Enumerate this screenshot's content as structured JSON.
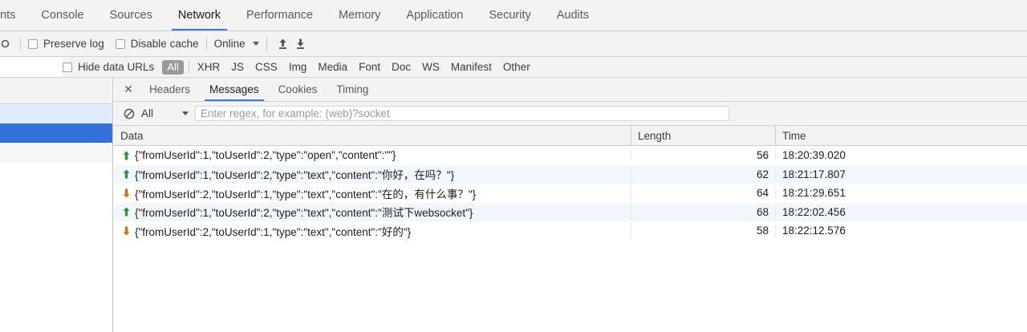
{
  "devtools": {
    "main_tabs": [
      {
        "label": "ents",
        "active": false
      },
      {
        "label": "Console",
        "active": false
      },
      {
        "label": "Sources",
        "active": false
      },
      {
        "label": "Network",
        "active": true
      },
      {
        "label": "Performance",
        "active": false
      },
      {
        "label": "Memory",
        "active": false
      },
      {
        "label": "Application",
        "active": false
      },
      {
        "label": "Security",
        "active": false
      },
      {
        "label": "Audits",
        "active": false
      }
    ],
    "toolbar": {
      "record_icon": "record-icon",
      "preserve_log_label": "Preserve log",
      "preserve_log_checked": false,
      "disable_cache_label": "Disable cache",
      "disable_cache_checked": false,
      "throttling_value": "Online",
      "import_har_icon": "upload-arrow-icon",
      "export_har_icon": "download-arrow-icon"
    },
    "filterbar": {
      "hide_data_urls_label": "Hide data URLs",
      "hide_data_urls_checked": false,
      "types": [
        {
          "label": "All",
          "active": true
        },
        {
          "label": "XHR",
          "active": false
        },
        {
          "label": "JS",
          "active": false
        },
        {
          "label": "CSS",
          "active": false
        },
        {
          "label": "Img",
          "active": false
        },
        {
          "label": "Media",
          "active": false
        },
        {
          "label": "Font",
          "active": false
        },
        {
          "label": "Doc",
          "active": false
        },
        {
          "label": "WS",
          "active": false
        },
        {
          "label": "Manifest",
          "active": false
        },
        {
          "label": "Other",
          "active": false
        }
      ]
    },
    "accent_color": "#3b78e7",
    "selected_row_color": "#3072d8",
    "sent_arrow_color": "#2a9231",
    "received_arrow_color": "#e3651a"
  },
  "detail": {
    "close_icon": "close-icon",
    "tabs": [
      {
        "label": "Headers",
        "active": false
      },
      {
        "label": "Messages",
        "active": true
      },
      {
        "label": "Cookies",
        "active": false
      },
      {
        "label": "Timing",
        "active": false
      }
    ],
    "messages_filter": {
      "clear_icon": "no-entry-icon",
      "selected": "All",
      "dropdown_icon": "chevron-down-icon",
      "regex_placeholder": "Enter regex, for example: (web)?socket",
      "regex_value": ""
    },
    "grid": {
      "columns": [
        "Data",
        "Length",
        "Time"
      ],
      "rows": [
        {
          "direction": "sent",
          "data": "{\"fromUserId\":1,\"toUserId\":2,\"type\":\"open\",\"content\":\"\"}",
          "length": "56",
          "time": "18:20:39.020"
        },
        {
          "direction": "sent",
          "data": "{\"fromUserId\":1,\"toUserId\":2,\"type\":\"text\",\"content\":\"你好，在吗？\"}",
          "length": "62",
          "time": "18:21:17.807"
        },
        {
          "direction": "received",
          "data": "{\"fromUserId\":2,\"toUserId\":1,\"type\":\"text\",\"content\":\"在的，有什么事？\"}",
          "length": "64",
          "time": "18:21:29.651"
        },
        {
          "direction": "sent",
          "data": "{\"fromUserId\":1,\"toUserId\":2,\"type\":\"text\",\"content\":\"测试下websocket\"}",
          "length": "68",
          "time": "18:22:02.456"
        },
        {
          "direction": "received",
          "data": "{\"fromUserId\":2,\"toUserId\":1,\"type\":\"text\",\"content\":\"好的\"}",
          "length": "58",
          "time": "18:22:12.576"
        }
      ]
    }
  }
}
